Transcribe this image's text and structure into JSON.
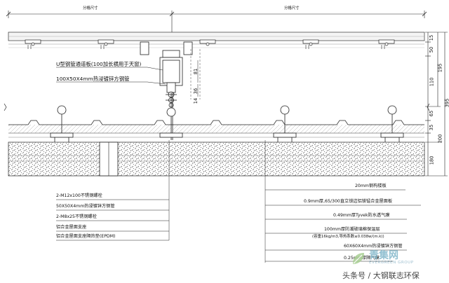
{
  "top_dims": {
    "left": "分格尺寸",
    "right": "分格尺寸"
  },
  "right_dims": [
    "15",
    "50",
    "110",
    "65",
    "35",
    "195",
    "200",
    "395",
    "180"
  ],
  "left_dims": [
    "81",
    "36",
    "14"
  ],
  "upper_labels": [
    "U型钢管通道板(100加长横用于天窗)",
    "100X50X4mm热浸镀锌方钢管"
  ],
  "lower_left_labels": [
    "2-M12x100不锈钢螺栓",
    "50X50X4mm热浸镀锌方钢管",
    "2-M8x25不锈钢螺栓",
    "铝合金屋面支座",
    "铝合金屋面支座隔热垫(EPDM)"
  ],
  "lower_right_labels": [
    "20mm钢构楼板",
    "0.9mm厚,65/300直立锁边铝镁锰合金屋面板",
    "0.49mm厚Tyvek防水透气膜",
    "100mm厚防潮玻璃棉保温层",
    "(容重16kg/m3,导热系数≤0.038w/(m.k))",
    "60X60X4mm热浸镀锌方钢管",
    "0.25mm厚隔气膜"
  ],
  "watermark": {
    "brand": "青集网",
    "brand_en": "EVERGREEN GROUP",
    "caption": "头条号 / 大钢联志环保"
  }
}
